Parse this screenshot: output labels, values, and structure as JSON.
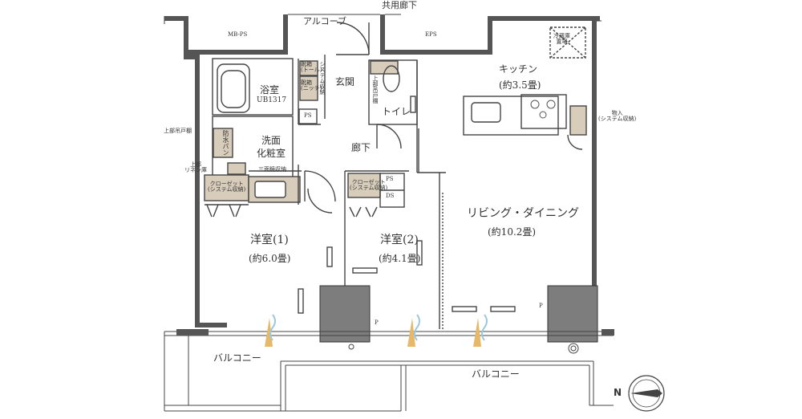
{
  "labels": {
    "shared_corridor": "共用廊下",
    "alcove": "アルコーブ",
    "mb_ps": "MB-PS",
    "eps": "EPS",
    "fridge": "冷蔵庫\n置場",
    "kitchen": "キッチン",
    "kitchen_size": "(約3.5畳)",
    "storage_right": "物入\n(システム収納)",
    "entrance": "玄関",
    "shoe_box_tall": "靴箱\n(トール)",
    "shoe_box_niche": "靴箱\n(ニッチ)",
    "system_storage": "システム収納",
    "bathroom": "浴室",
    "bathroom_unit": "UB1317",
    "toilet": "トイレ",
    "toilet_cabinet": "上部吊戸棚",
    "ps1": "PS",
    "upper_cabinet": "上部吊戸棚",
    "waterproof_pan": "防水パン",
    "washroom": "洗面\n化粧室",
    "upper_linen": "上部\nリネン庫",
    "mirror_storage": "三面鏡収納",
    "corridor": "廊下",
    "closet1": "クローゼット\n(システム収納)",
    "closet2": "クローゼット\n(システム収納)",
    "ps2": "PS",
    "ds": "DS",
    "room1": "洋室(1)",
    "room1_size": "(約6.0畳)",
    "room2": "洋室(2)",
    "room2_size": "(約4.1畳)",
    "living": "リビング・ダイニング",
    "living_size": "(約10.2畳)",
    "p_mark1": "P",
    "p_mark2": "P",
    "balcony1": "バルコニー",
    "balcony2": "バルコニー",
    "north": "N"
  },
  "colors": {
    "wall": "#555555",
    "line": "#444444",
    "storage": "#d8ccbb",
    "column": "#7d7d7d",
    "sash": "#e7b868",
    "vent": "#9cc8dd"
  },
  "icons": [
    "compass-icon",
    "bathtub-icon",
    "toilet-icon",
    "stove-icon",
    "sink-icon"
  ]
}
